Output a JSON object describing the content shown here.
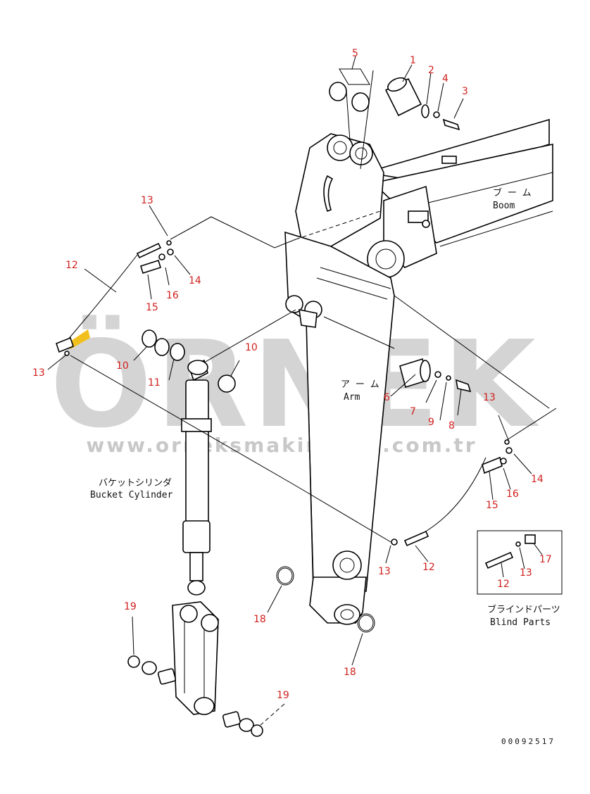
{
  "watermark": {
    "brand": "ÖRNEK",
    "url": "www.orneksmakinalari.com.tr",
    "color": "#d4d4d4",
    "accent": "#f2c01e"
  },
  "labels": {
    "boom_jp": "ブ ー ム",
    "boom_en": "Boom",
    "arm_jp": "ア ー ム",
    "arm_en": "Arm",
    "bucket_cyl_jp": "バケットシリンダ",
    "bucket_cyl_en": "Bucket Cylinder",
    "blind_jp": "ブラインドパーツ",
    "blind_en": "Blind Parts"
  },
  "diagram_number": "00092517",
  "callout_color": "#d0201e",
  "callouts": [
    {
      "id": "c5",
      "text": "5"
    },
    {
      "id": "c1",
      "text": "1"
    },
    {
      "id": "c2",
      "text": "2"
    },
    {
      "id": "c4",
      "text": "4"
    },
    {
      "id": "c3",
      "text": "3"
    },
    {
      "id": "c13a",
      "text": "13"
    },
    {
      "id": "c12a",
      "text": "12"
    },
    {
      "id": "c14a",
      "text": "14"
    },
    {
      "id": "c16a",
      "text": "16"
    },
    {
      "id": "c15a",
      "text": "15"
    },
    {
      "id": "c13b",
      "text": "13"
    },
    {
      "id": "c10a",
      "text": "10"
    },
    {
      "id": "c11",
      "text": "11"
    },
    {
      "id": "c10b",
      "text": "10"
    },
    {
      "id": "c6",
      "text": "6"
    },
    {
      "id": "c7",
      "text": "7"
    },
    {
      "id": "c9",
      "text": "9"
    },
    {
      "id": "c8",
      "text": "8"
    },
    {
      "id": "c13c",
      "text": "13"
    },
    {
      "id": "c14b",
      "text": "14"
    },
    {
      "id": "c16b",
      "text": "16"
    },
    {
      "id": "c15b",
      "text": "15"
    },
    {
      "id": "c13d",
      "text": "13"
    },
    {
      "id": "c12b",
      "text": "12"
    },
    {
      "id": "c17",
      "text": "17"
    },
    {
      "id": "c12c",
      "text": "12"
    },
    {
      "id": "c13e",
      "text": "13"
    },
    {
      "id": "c18a",
      "text": "18"
    },
    {
      "id": "c18b",
      "text": "18"
    },
    {
      "id": "c19a",
      "text": "19"
    },
    {
      "id": "c19b",
      "text": "19"
    }
  ]
}
